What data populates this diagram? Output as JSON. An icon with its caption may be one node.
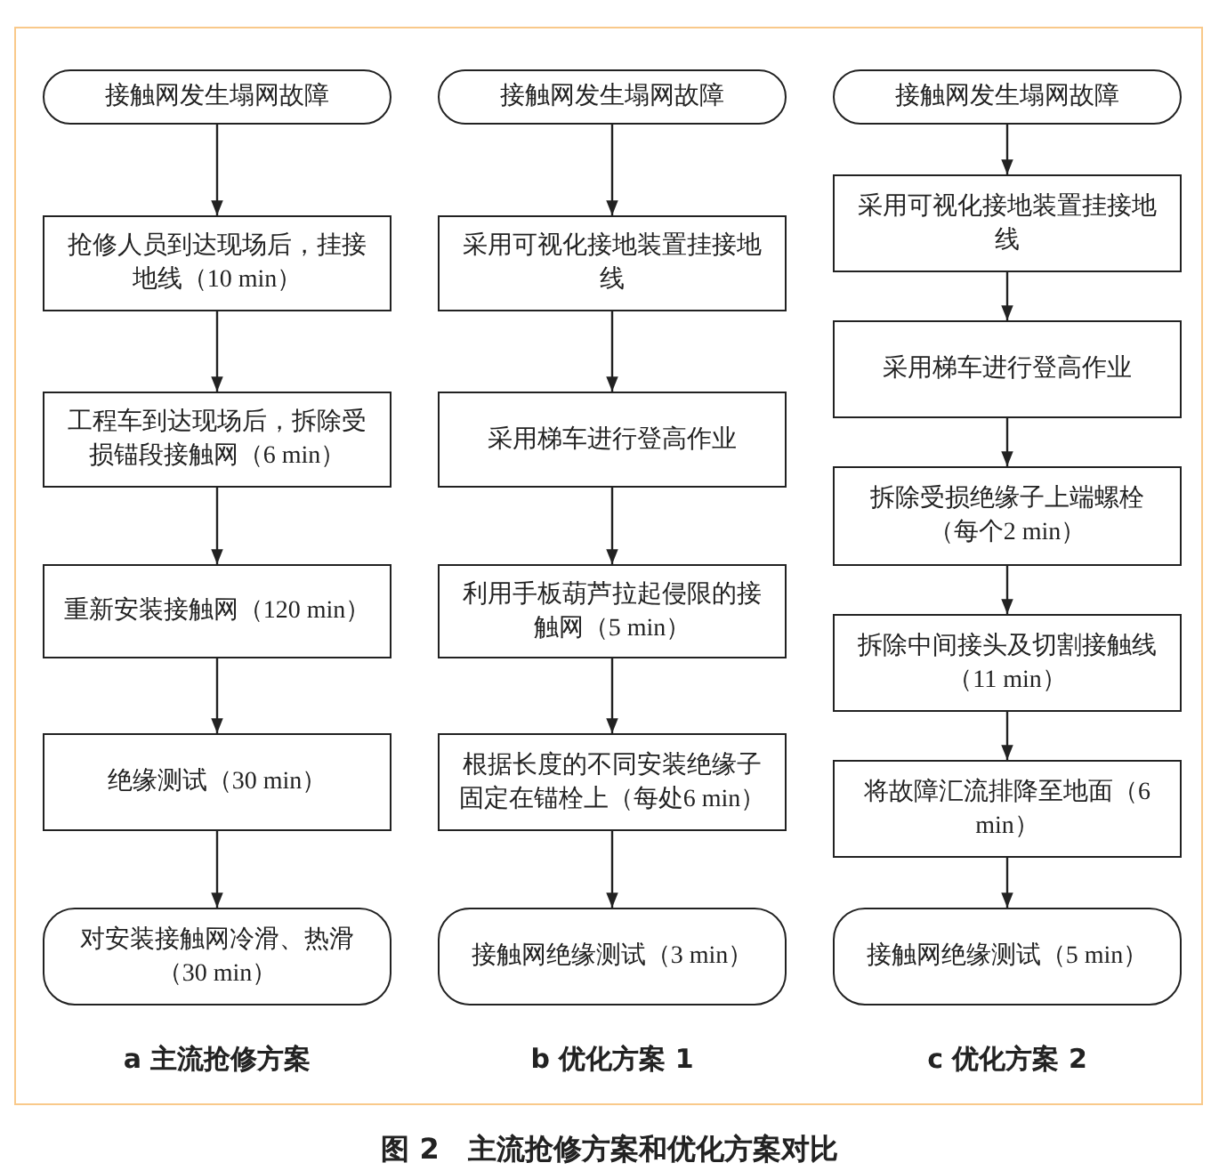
{
  "diagram": {
    "caption": "图 2　主流抢修方案和优化方案对比",
    "nodes": [
      {
        "text": [
          "接触网发生塌网故障"
        ]
      },
      {
        "text": [
          "抢修人员到达现场后，挂接地线（10 min）"
        ]
      },
      {
        "text": [
          "工程车到达现场后，拆除受损锚段接触网（6 min）"
        ]
      },
      {
        "text": [
          "重新安装接触网（120 min）"
        ]
      },
      {
        "text": [
          "绝缘测试（30 min）"
        ]
      },
      {
        "text": [
          "对安装接触网冷滑、热滑（30 min）"
        ]
      },
      {
        "text": [
          "接触网发生塌网故障"
        ]
      },
      {
        "text": [
          "采用可视化接地装置挂接地线"
        ]
      },
      {
        "text": [
          "采用梯车进行登高作业"
        ]
      },
      {
        "text": [
          "利用手板葫芦拉起侵限的接触网（5 min）"
        ]
      },
      {
        "text": [
          "根据长度的不同安装绝缘子固定在锚栓上（每处6 min）"
        ]
      },
      {
        "text": [
          "接触网绝缘测试（3 min）"
        ]
      },
      {
        "text": [
          "接触网发生塌网故障"
        ]
      },
      {
        "text": [
          "采用可视化接地装置挂接地线"
        ]
      },
      {
        "text": [
          "采用梯车进行登高作业"
        ]
      },
      {
        "text": [
          "拆除受损绝缘子上端螺栓（每个2 min）"
        ]
      },
      {
        "text": [
          "拆除中间接头及切割接触线（11 min）"
        ]
      },
      {
        "text": [
          "将故障汇流排降至地面（6 min）"
        ]
      },
      {
        "text": [
          "接触网绝缘测试（5 min）"
        ]
      }
    ],
    "edges": [
      {
        "from": 0,
        "to": 1,
        "arrow": "to"
      },
      {
        "from": 1,
        "to": 2,
        "arrow": "to"
      },
      {
        "from": 2,
        "to": 3,
        "arrow": "to"
      },
      {
        "from": 3,
        "to": 4,
        "arrow": "to"
      },
      {
        "from": 4,
        "to": 5,
        "arrow": "to"
      },
      {
        "from": 6,
        "to": 7,
        "arrow": "to"
      },
      {
        "from": 7,
        "to": 8,
        "arrow": "to"
      },
      {
        "from": 8,
        "to": 9,
        "arrow": "to"
      },
      {
        "from": 9,
        "to": 10,
        "arrow": "to"
      },
      {
        "from": 10,
        "to": 11,
        "arrow": "to"
      },
      {
        "from": 12,
        "to": 13,
        "arrow": "to"
      },
      {
        "from": 13,
        "to": 14,
        "arrow": "to"
      },
      {
        "from": 14,
        "to": 15,
        "arrow": "to"
      },
      {
        "from": 15,
        "to": 16,
        "arrow": "to"
      },
      {
        "from": 16,
        "to": 17,
        "arrow": "to"
      },
      {
        "from": 17,
        "to": 18,
        "arrow": "to"
      }
    ],
    "labels": [
      "a  主流抢修方案",
      "b  优化方案 1",
      "c  优化方案 2"
    ]
  }
}
